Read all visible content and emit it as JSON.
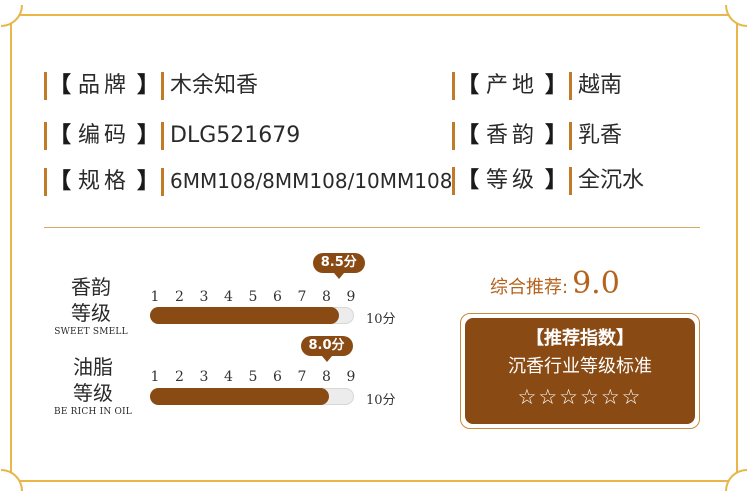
{
  "specs": {
    "brand": {
      "key": "品牌",
      "value": "木余知香"
    },
    "origin": {
      "key": "产地",
      "value": "越南"
    },
    "code": {
      "key": "编码",
      "value": "DLG521679"
    },
    "aroma": {
      "key": "香韵",
      "value": "乳香"
    },
    "size": {
      "key": "规格",
      "value": "6MM108/8MM108/10MM108"
    },
    "grade": {
      "key": "等级",
      "value": "全沉水"
    },
    "bracket_open": "【",
    "bracket_close": "】"
  },
  "ratings": [
    {
      "label_line1": "香韵",
      "label_line2": "等级",
      "label_en": "SWEET SMELL",
      "score_text": "8.5分",
      "score": 8.5,
      "max": 10,
      "max_text": "10分",
      "ticks": [
        "1",
        "2",
        "3",
        "4",
        "5",
        "6",
        "7",
        "8",
        "9"
      ]
    },
    {
      "label_line1": "油脂",
      "label_line2": "等级",
      "label_en": "BE RICH IN OIL",
      "score_text": "8.0分",
      "score": 8.0,
      "max": 10,
      "max_text": "10分",
      "ticks": [
        "1",
        "2",
        "3",
        "4",
        "5",
        "6",
        "7",
        "8",
        "9"
      ]
    }
  ],
  "overall": {
    "label": "综合推荐:",
    "value": "9.0"
  },
  "recommend": {
    "title": "【推荐指数】",
    "subtitle": "沉香行业等级标准",
    "stars": "☆☆☆☆☆☆"
  },
  "colors": {
    "accent": "#8a4a14",
    "border": "#e8b649",
    "highlight": "#b5621c"
  }
}
